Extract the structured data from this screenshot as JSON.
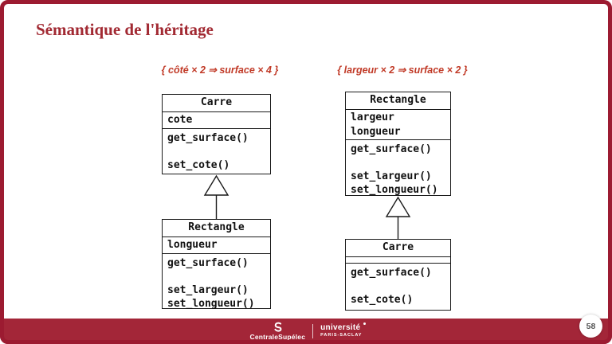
{
  "slide": {
    "title": "Sémantique de l'héritage",
    "page_number": "58"
  },
  "colors": {
    "slide_border": "#9c1b31",
    "footer_band": "#a32638",
    "title_text": "#a22a33",
    "annotation_text": "#c13a27",
    "box_border": "#1a1a1a"
  },
  "left_diagram": {
    "annotation": "{ côté × 2 ⇒ surface × 4 }",
    "super_class": {
      "title": "Carre",
      "attributes": [
        "cote"
      ],
      "methods": [
        "get_surface()",
        "",
        "set_cote()"
      ]
    },
    "sub_class": {
      "title": "Rectangle",
      "attributes": [
        "longueur"
      ],
      "methods": [
        "get_surface()",
        "",
        "set_largeur()",
        "set_longueur()"
      ]
    }
  },
  "right_diagram": {
    "annotation": "{ largeur × 2 ⇒ surface × 2 }",
    "super_class": {
      "title": "Rectangle",
      "attributes": [
        "largeur",
        "longueur"
      ],
      "methods": [
        "get_surface()",
        "",
        "set_largeur()",
        "set_longueur()"
      ]
    },
    "sub_class": {
      "title": "Carre",
      "attributes": [],
      "methods": [
        "get_surface()",
        "",
        "set_cote()"
      ]
    }
  },
  "footer": {
    "centralesupelec_label": "CentraleSupélec",
    "universite_line1": "université",
    "universite_line2": "PARIS-SACLAY"
  }
}
